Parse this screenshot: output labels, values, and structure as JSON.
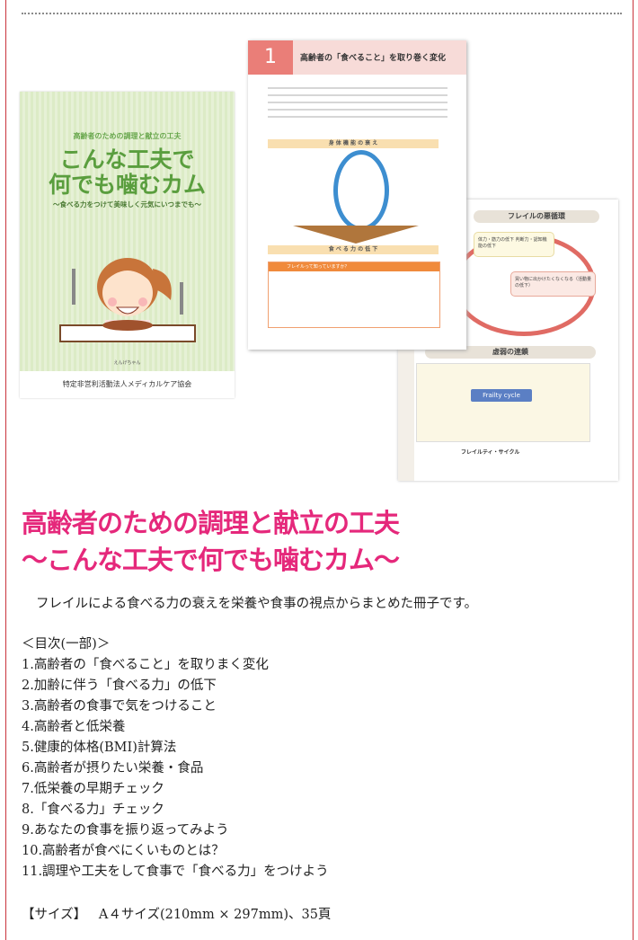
{
  "cover": {
    "series_label": "高齢者のための調理と献立の工夫",
    "title_line1": "こんな工夫で",
    "title_line2": "何でも噛むカム",
    "subtitle": "～食べる力をつけて美味しく元気にいつまでも～",
    "character_name": "えんげちゃん",
    "publisher": "特定非営利活動法人メディカルケア協会"
  },
  "page1": {
    "chapter_number": "1",
    "chapter_title": "高齢者の「食べること」を取り巻く変化",
    "table_header": "身 体 機 能 の 衰 え",
    "table_footer": "食 べ る 力 の 低 下",
    "box_title": "フレイルって知っていますか？"
  },
  "page3": {
    "vicious_cycle_title": "フレイルの悪循環",
    "box1": "体力・筋力の低下 判断力・認知機能の低下",
    "box2": "買い物に出かけたくなくなる（活動量の低下）",
    "chain_title": "虚弱の連鎖",
    "cycle_center": "Frailty cycle",
    "caption": "フレイルティ・サイクル"
  },
  "main": {
    "title_line1": "高齢者のための調理と献立の工夫",
    "title_line2": "～こんな工夫で何でも噛むカム～",
    "intro": "フレイルによる食べる力の衰えを栄養や食事の視点からまとめた冊子です。",
    "toc_heading": "＜目次(一部)＞",
    "toc": [
      "1.高齢者の「食べること」を取りまく変化",
      "2.加齢に伴う「食べる力」の低下",
      "3.高齢者の食事で気をつけること",
      "4.高齢者と低栄養",
      "5.健康的体格(BMI)計算法",
      "6.高齢者が摂りたい栄養・食品",
      "7.低栄養の早期チェック",
      "8.「食べる力」チェック",
      "9.あなたの食事を振り返ってみよう",
      "10.高齢者が食べにくいものとは？",
      "11.調理や工夫をして食事で「食べる力」をつけよう"
    ],
    "size_label": "【サイズ】",
    "size_value": "A４サイズ(210mm × 297mm)、35頁"
  },
  "colors": {
    "accent": "#e5287b",
    "frame": "#c9343d"
  }
}
